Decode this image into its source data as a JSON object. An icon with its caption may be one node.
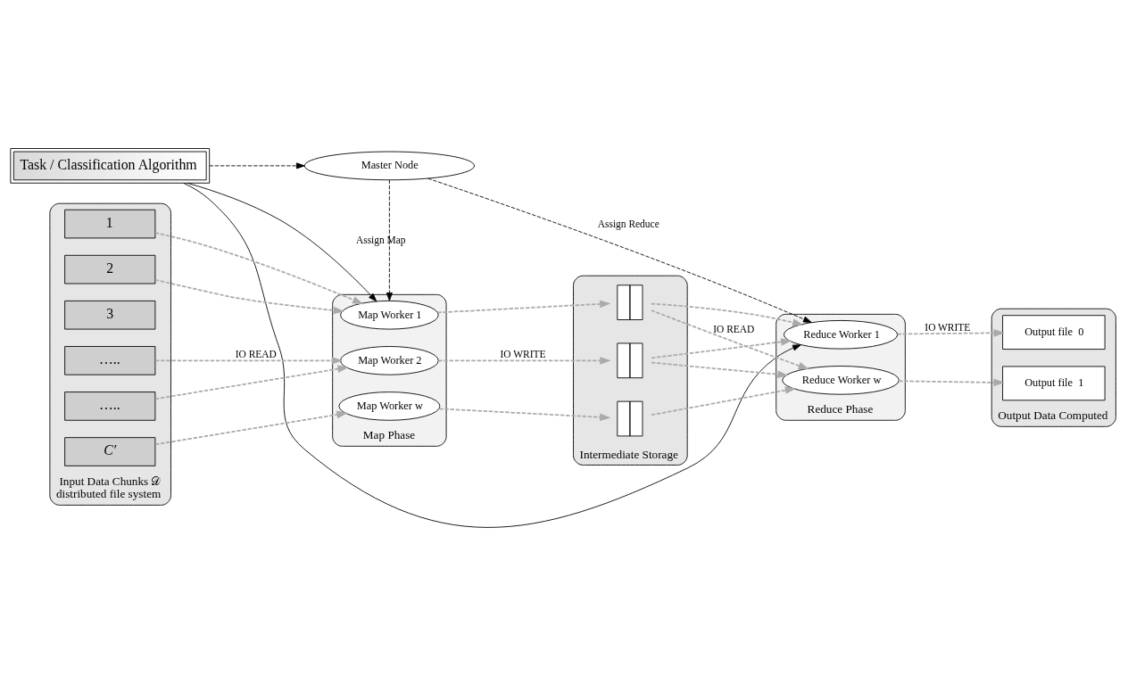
{
  "diagram": {
    "nodes": [
      {
        "text": [
          "Task / Classification Algorithm"
        ]
      },
      {
        "text": [
          "Master Node"
        ]
      },
      {
        "text": [
          "Input Data Chunks 𝒟",
          "distributed file system"
        ]
      },
      {
        "text": [
          "1"
        ],
        "in": 2
      },
      {
        "text": [
          "2"
        ],
        "in": 2
      },
      {
        "text": [
          "3"
        ],
        "in": 2
      },
      {
        "text": [
          "….."
        ],
        "in": 2
      },
      {
        "text": [
          "….."
        ],
        "in": 2
      },
      {
        "text": [
          "*C′*"
        ],
        "in": 2
      },
      {
        "text": [
          "Map Phase"
        ]
      },
      {
        "text": [
          "Map Worker 1"
        ],
        "in": 9
      },
      {
        "text": [
          "Map Worker 2"
        ],
        "in": 9
      },
      {
        "text": [
          "Map Worker w"
        ],
        "in": 9
      },
      {
        "text": [
          "Intermediate Storage"
        ]
      },
      {
        "text": [],
        "shape": "box",
        "in": 13
      },
      {
        "text": [],
        "shape": "box",
        "in": 13
      },
      {
        "text": [],
        "shape": "box",
        "in": 13
      },
      {
        "text": [
          "Reduce Phase"
        ]
      },
      {
        "text": [
          "Reduce Worker 1"
        ],
        "in": 17
      },
      {
        "text": [
          "Reduce Worker w"
        ],
        "in": 17
      },
      {
        "text": [
          "Output Data Computed"
        ]
      },
      {
        "text": [
          "Output file  0"
        ],
        "in": 20
      },
      {
        "text": [
          "Output file  1"
        ],
        "in": 20
      }
    ],
    "edges": [
      {
        "from": 0,
        "to": 10,
        "arrow": "to",
        "color": "#000000"
      },
      {
        "from": 0,
        "to": 18,
        "arrow": "to",
        "color": "#000000"
      },
      {
        "from": 0,
        "to": 1,
        "arrow": "to",
        "style": "dashed",
        "color": "#000000"
      },
      {
        "from": 1,
        "to": 10,
        "arrow": "to",
        "label": "Assign Map",
        "style": "dashed",
        "color": "#000000"
      },
      {
        "from": 1,
        "to": 18,
        "arrow": "to",
        "label": "Assign Reduce",
        "style": "dashed",
        "color": "#000000"
      },
      {
        "from": 3,
        "to": 10,
        "arrow": "to",
        "style": "dashed"
      },
      {
        "from": 4,
        "to": 10,
        "arrow": "to",
        "style": "dashed"
      },
      {
        "from": 6,
        "to": 11,
        "arrow": "to",
        "style": "dashed",
        "label": "IO READ"
      },
      {
        "from": 7,
        "to": 11,
        "arrow": "to",
        "style": "dashed"
      },
      {
        "from": 8,
        "to": 12,
        "arrow": "to",
        "style": "dashed"
      },
      {
        "from": 10,
        "to": 14,
        "arrow": "to",
        "style": "dashed"
      },
      {
        "from": 11,
        "to": 15,
        "arrow": "to",
        "style": "dashed",
        "label": "IO WRITE"
      },
      {
        "from": 12,
        "to": 16,
        "arrow": "to",
        "style": "dashed"
      },
      {
        "from": 14,
        "to": 18,
        "arrow": "to",
        "style": "dashed"
      },
      {
        "from": 14,
        "to": 19,
        "arrow": "to",
        "style": "dashed",
        "label": "IO READ"
      },
      {
        "from": 15,
        "to": 18,
        "arrow": "to",
        "style": "dashed"
      },
      {
        "from": 15,
        "to": 19,
        "arrow": "to",
        "style": "dashed"
      },
      {
        "from": 16,
        "to": 19,
        "arrow": "to",
        "style": "dashed"
      },
      {
        "from": 18,
        "to": 21,
        "arrow": "to",
        "style": "dashed",
        "label": "IO WRITE"
      },
      {
        "from": 19,
        "to": 22,
        "arrow": "to",
        "style": "dashed"
      }
    ]
  }
}
